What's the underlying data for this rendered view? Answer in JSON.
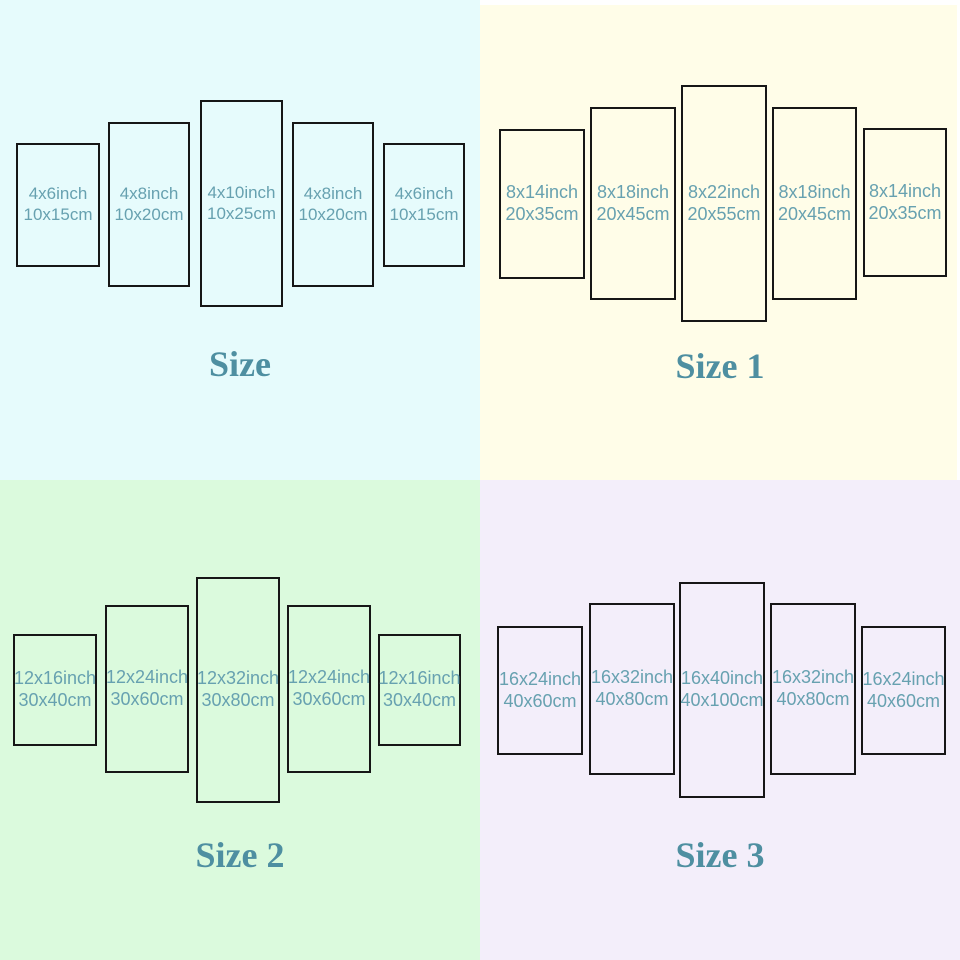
{
  "colors": {
    "quadrant_backgrounds": [
      "#e6fbfc",
      "#fffde8",
      "#dbfadd",
      "#f3eefa"
    ],
    "panel_border": "#161616",
    "label_text": "#67a1b0",
    "title_text": "#4e8fa1",
    "page_background": "#ffffff"
  },
  "quadrants": [
    {
      "title": "Size",
      "panels": [
        {
          "inch": "4x6inch",
          "cm": "10x15cm"
        },
        {
          "inch": "4x8inch",
          "cm": "10x20cm"
        },
        {
          "inch": "4x10inch",
          "cm": "10x25cm"
        },
        {
          "inch": "4x8inch",
          "cm": "10x20cm"
        },
        {
          "inch": "4x6inch",
          "cm": "10x15cm"
        }
      ]
    },
    {
      "title": "Size 1",
      "panels": [
        {
          "inch": "8x14inch",
          "cm": "20x35cm"
        },
        {
          "inch": "8x18inch",
          "cm": "20x45cm"
        },
        {
          "inch": "8x22inch",
          "cm": "20x55cm"
        },
        {
          "inch": "8x18inch",
          "cm": "20x45cm"
        },
        {
          "inch": "8x14inch",
          "cm": "20x35cm"
        }
      ]
    },
    {
      "title": "Size 2",
      "panels": [
        {
          "inch": "12x16inch",
          "cm": "30x40cm"
        },
        {
          "inch": "12x24inch",
          "cm": "30x60cm"
        },
        {
          "inch": "12x32inch",
          "cm": "30x80cm"
        },
        {
          "inch": "12x24inch",
          "cm": "30x60cm"
        },
        {
          "inch": "12x16inch",
          "cm": "30x40cm"
        }
      ]
    },
    {
      "title": "Size 3",
      "panels": [
        {
          "inch": "16x24inch",
          "cm": "40x60cm"
        },
        {
          "inch": "16x32inch",
          "cm": "40x80cm"
        },
        {
          "inch": "16x40inch",
          "cm": "40x100cm"
        },
        {
          "inch": "16x32inch",
          "cm": "40x80cm"
        },
        {
          "inch": "16x24inch",
          "cm": "40x60cm"
        }
      ]
    }
  ]
}
